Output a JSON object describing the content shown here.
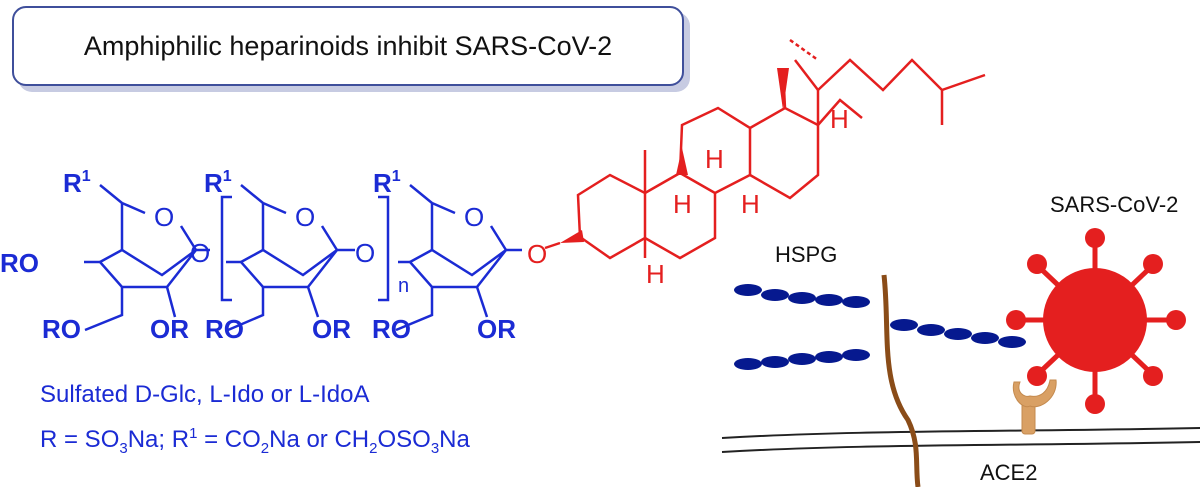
{
  "title": "Amphiphilic heparinoids inhibit SARS-CoV-2",
  "structure": {
    "R1": "R",
    "R1_sup": "1",
    "ring_oxygen": "O",
    "glycosidic_O": "O",
    "RO": "RO",
    "OR": "OR",
    "repeat_n": "n",
    "sterol_O": "O",
    "H": "H"
  },
  "caption": {
    "line1": "Sulfated D-Glc, L-Ido or L-IdoA",
    "line2": "R = SO3Na; R1 = CO2Na or CH2OSO3Na"
  },
  "labels": {
    "hspg": "HSPG",
    "virus": "SARS-CoV-2",
    "ace2": "ACE2"
  },
  "colors": {
    "sugar": "#1b2bd4",
    "sterol": "#e41f1f",
    "virus": "#e41f1f",
    "hspg_chain": "#06198f",
    "protein": "#8a4c18",
    "ace2": "#d9a064",
    "border": "#3f4f9b"
  }
}
